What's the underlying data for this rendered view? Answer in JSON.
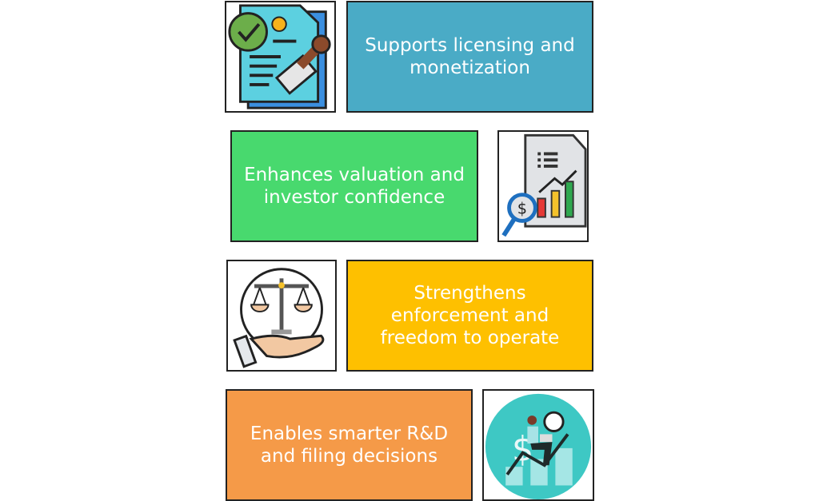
{
  "items": [
    {
      "label": "Supports licensing and monetization",
      "color": "#4aabc6",
      "icon": "document-stamp-icon"
    },
    {
      "label": "Enhances valuation and investor confidence",
      "color": "#48d96e",
      "icon": "financial-report-icon"
    },
    {
      "label": "Strengthens enforcement and freedom to operate",
      "color": "#fec000",
      "icon": "justice-scale-hand-icon"
    },
    {
      "label": "Enables smarter R&D and filing decisions",
      "color": "#f59a48",
      "icon": "growth-analyst-icon"
    }
  ]
}
